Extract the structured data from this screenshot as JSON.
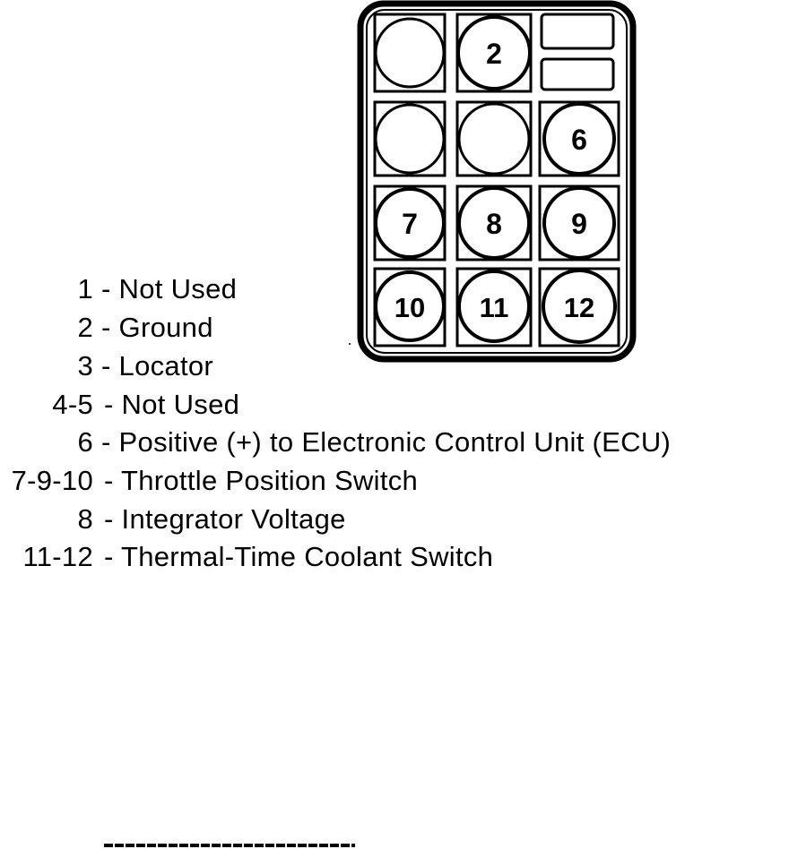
{
  "pins": [
    "1",
    "2",
    "3",
    "4",
    "5",
    "6",
    "7",
    "8",
    "9",
    "10",
    "11",
    "12"
  ],
  "pin_labels": {
    "2": "2",
    "6": "6",
    "7": "7",
    "8": "8",
    "9": "9",
    "10": "10",
    "11": "11",
    "12": "12"
  },
  "legend": [
    {
      "pins": "1",
      "description": "Not Used"
    },
    {
      "pins": "2",
      "description": "Ground"
    },
    {
      "pins": "3",
      "description": "Locator"
    },
    {
      "pins": "4-5",
      "description": "Not Used"
    },
    {
      "pins": "6",
      "description": "Positive (+) to Electronic Control Unit (ECU)"
    },
    {
      "pins": "7-9-10",
      "description": "Throttle Position Switch"
    },
    {
      "pins": "8",
      "description": "Integrator Voltage"
    },
    {
      "pins": "11-12",
      "description": "Thermal-Time Coolant Switch"
    }
  ],
  "colors": {
    "ink": "#000000",
    "background": "#ffffff"
  }
}
